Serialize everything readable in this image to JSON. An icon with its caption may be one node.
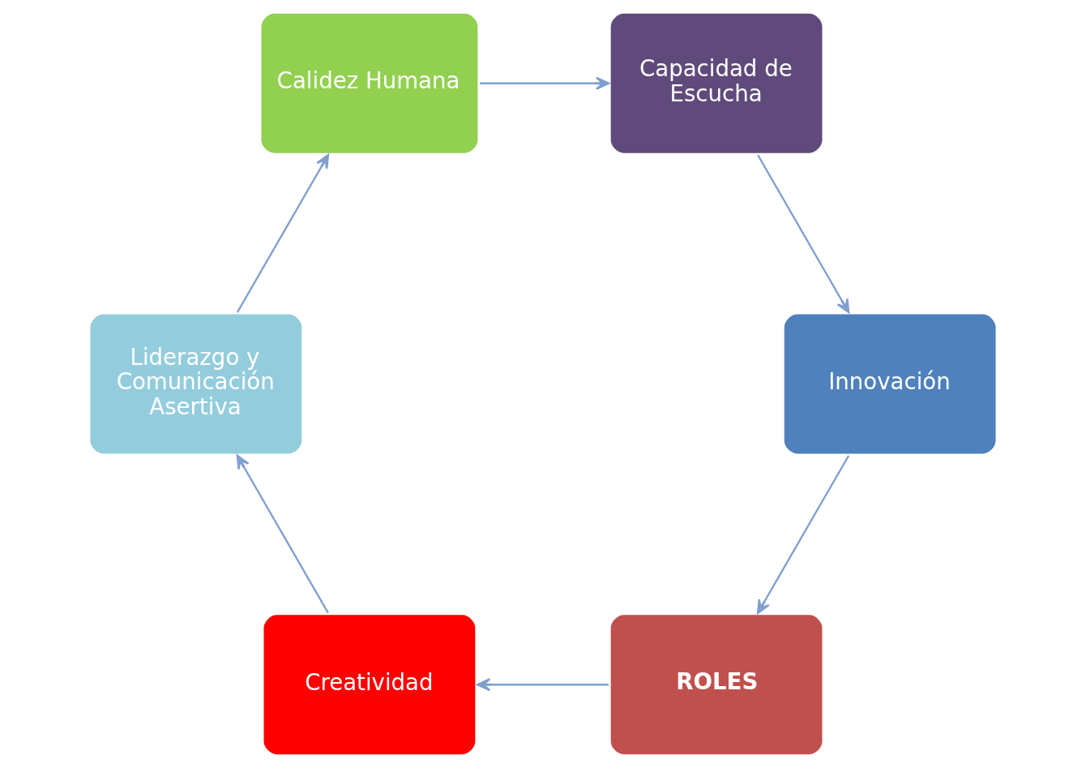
{
  "diagram": {
    "nodes": [
      {
        "text": [
          "ROLES"
        ]
      },
      {
        "text": [
          "Creatividad"
        ]
      },
      {
        "text": [
          "Liderazgo y Comunicación Asertiva"
        ]
      },
      {
        "text": [
          "Calidez Humana"
        ]
      },
      {
        "text": [
          "Capacidad de Escucha"
        ]
      },
      {
        "text": [
          "Innovación"
        ]
      }
    ],
    "edges": [
      {
        "from": 0,
        "to": 1,
        "arrow": "to"
      },
      {
        "from": 1,
        "to": 2,
        "arrow": "to"
      },
      {
        "from": 2,
        "to": 3,
        "arrow": "to"
      },
      {
        "from": 3,
        "to": 4,
        "arrow": "to"
      },
      {
        "from": 4,
        "to": 5,
        "arrow": "to"
      },
      {
        "from": 5,
        "to": 0,
        "arrow": "to"
      }
    ]
  }
}
